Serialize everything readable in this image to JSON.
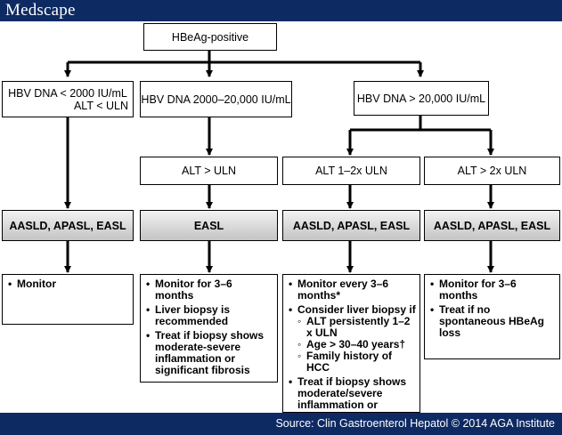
{
  "header": {
    "logo": "Medscape"
  },
  "diagram": {
    "root": "HBeAg-positive",
    "branches": {
      "low": {
        "line1": "HBV DNA < 2000 IU/mL",
        "line2": "ALT < ULN"
      },
      "mid": "HBV DNA 2000–20,000 IU/mL",
      "high": "HBV DNA > 20,000 IU/mL"
    },
    "alt": {
      "mid": "ALT > ULN",
      "high_a": "ALT 1–2x ULN",
      "high_b": "ALT > 2x ULN"
    },
    "guidelines": {
      "col1": "AASLD, APASL, EASL",
      "col2": "EASL",
      "col3": "AASLD, APASL, EASL",
      "col4": "AASLD, APASL, EASL"
    },
    "recommendations": {
      "col1": [
        "Monitor"
      ],
      "col2": [
        "Monitor for 3–6 months",
        "Liver biopsy is recommended",
        "Treat if biopsy shows moderate-severe inflammation or significant fibrosis"
      ],
      "col3": {
        "item1": "Monitor every 3–6 months*",
        "item2": "Consider liver biopsy if",
        "sub": [
          "ALT persistently 1–2 x ULN",
          "Age > 30–40 years†",
          "Family history of HCC"
        ],
        "item3": "Treat if biopsy shows moderate/severe inflammation or significant fibrosis"
      },
      "col4": [
        "Monitor for 3–6 months",
        "Treat if no spontaneous HBeAg loss"
      ]
    }
  },
  "footer": {
    "source": "Source: Clin Gastroenterol Hepatol © 2014 AGA Institute"
  }
}
